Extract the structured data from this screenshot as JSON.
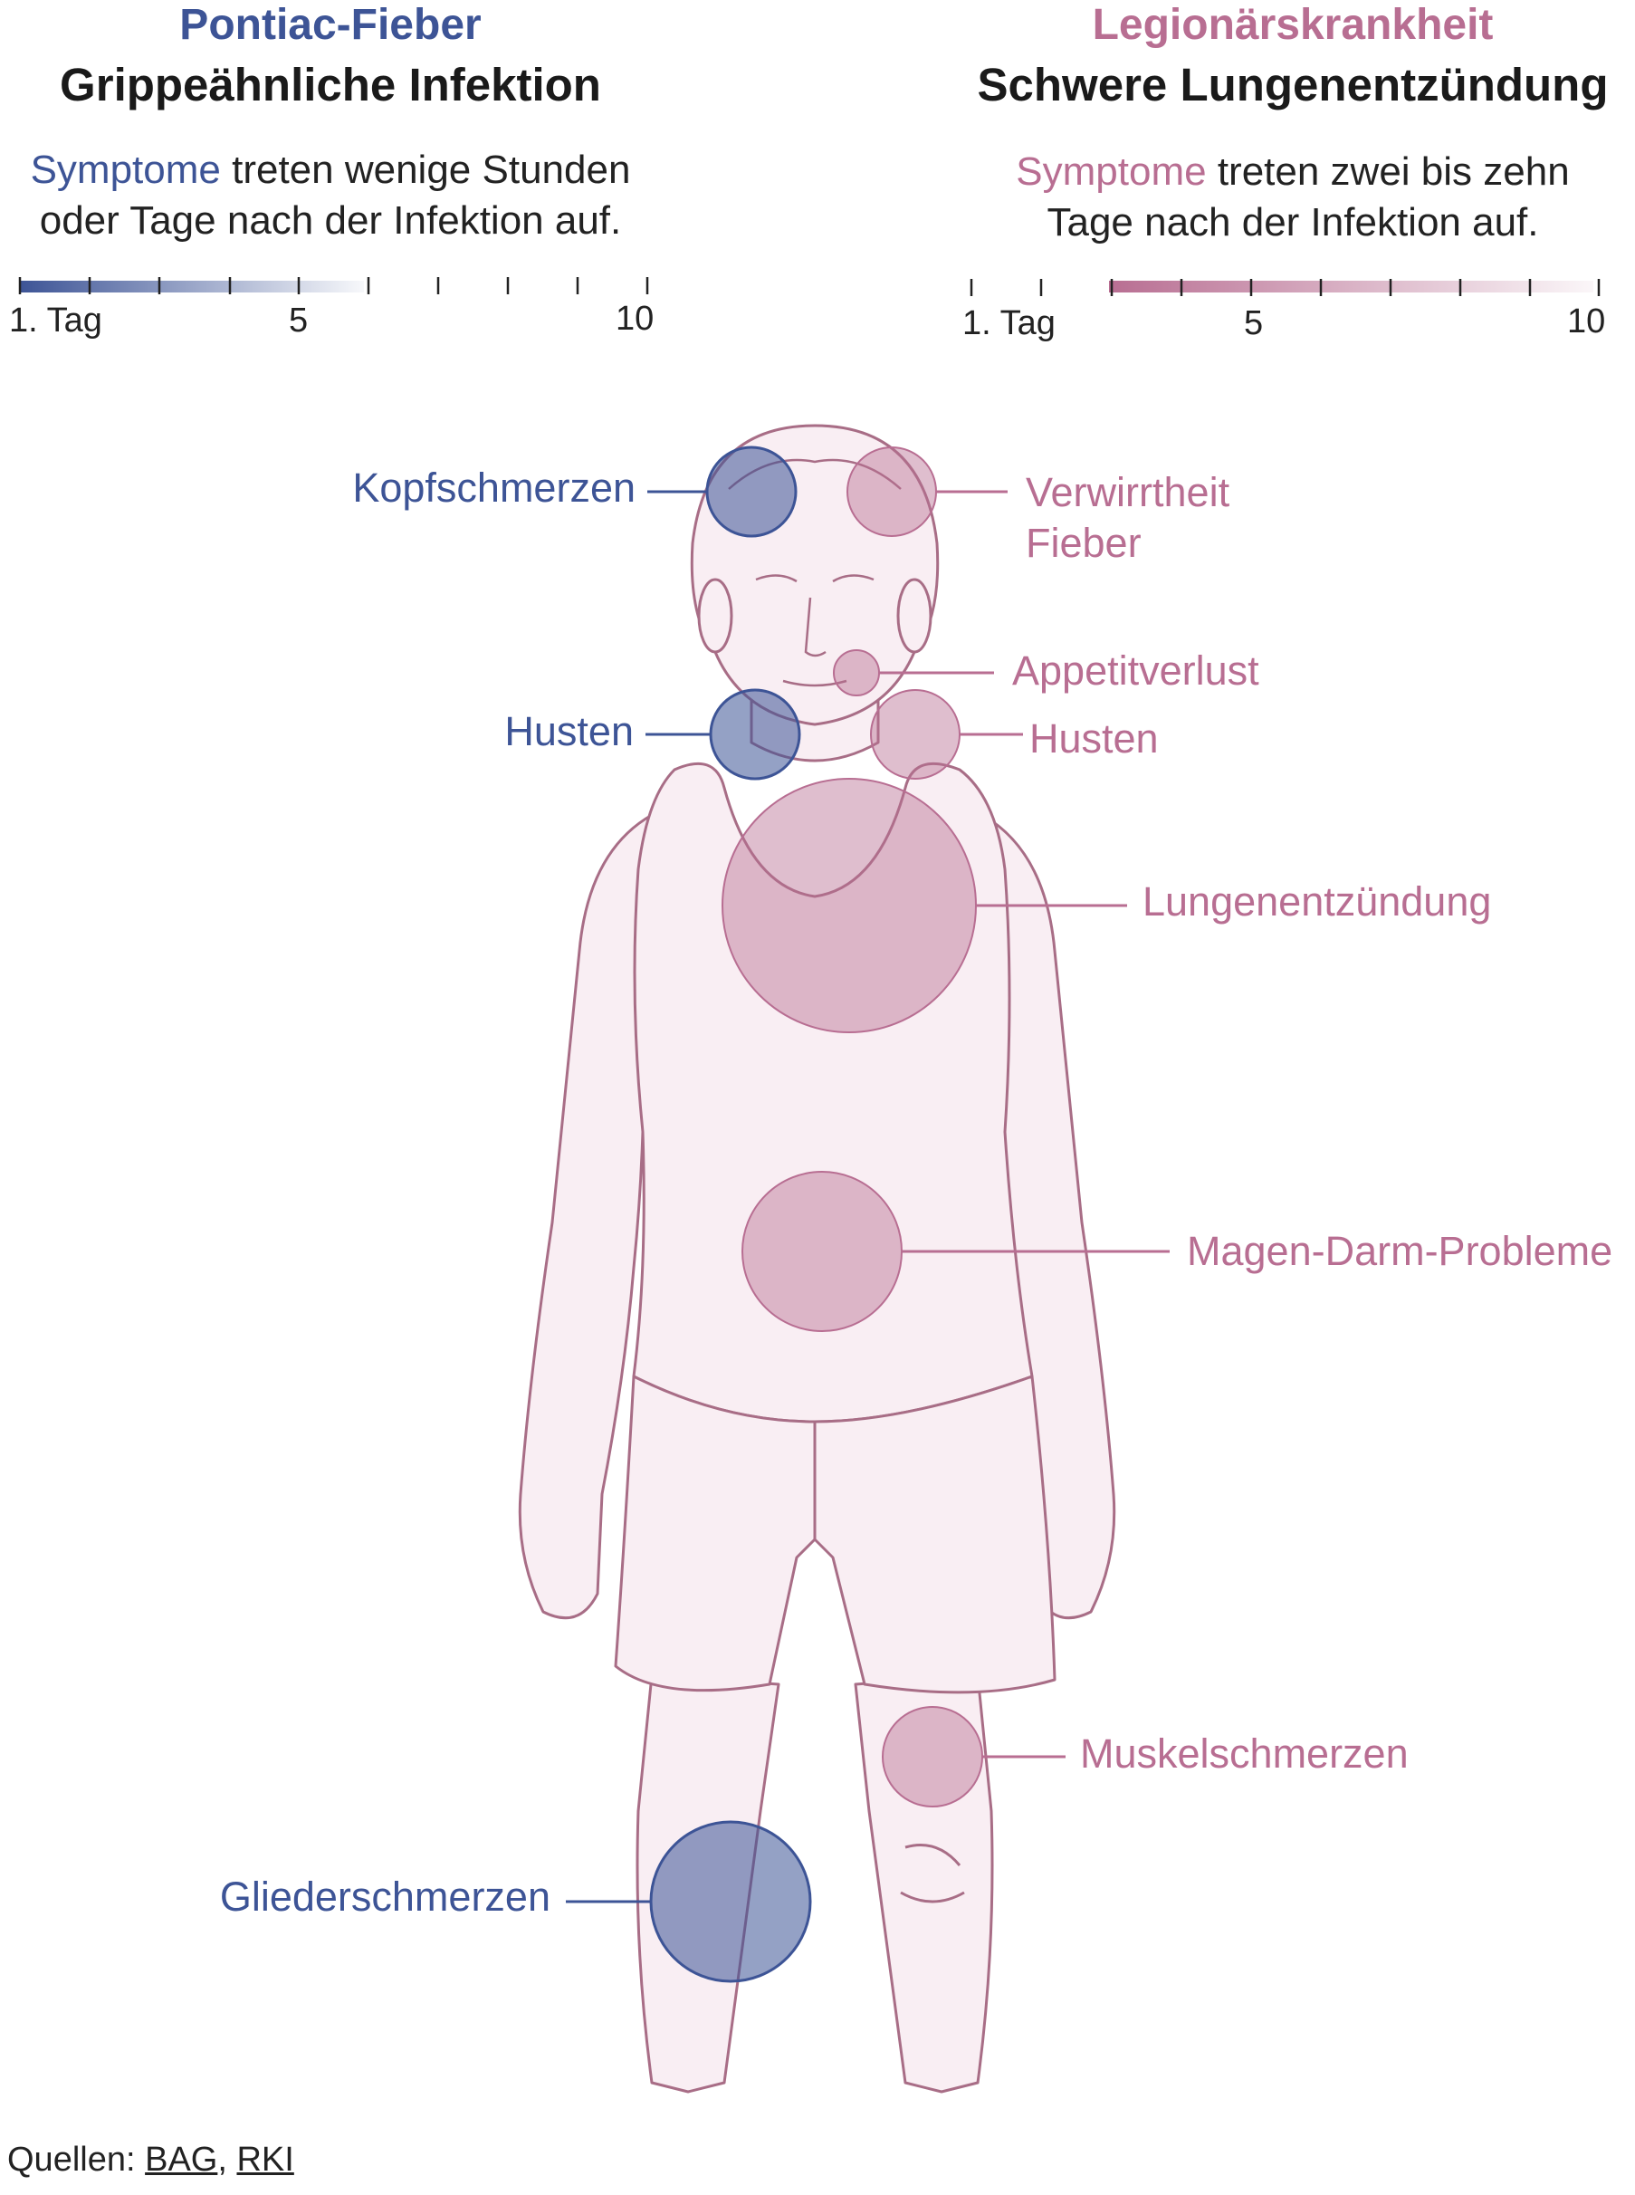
{
  "left": {
    "title": "Pontiac-Fieber",
    "subtitle": "Grippeähnliche Infektion",
    "desc_highlight": "Symptome",
    "desc_line1_rest": " treten wenige Stunden",
    "desc_line2": "oder Tage nach der Infektion auf.",
    "scale": {
      "label_start": "1. Tag",
      "label_mid": "5",
      "label_end": "10"
    },
    "color": "#3d5496"
  },
  "right": {
    "title": "Legionärskrankheit",
    "subtitle": "Schwere Lungenentzündung",
    "desc_highlight": "Symptome",
    "desc_line1_rest": " treten zwei bis zehn",
    "desc_line2": "Tage nach der Infektion auf.",
    "scale": {
      "label_start": "1. Tag",
      "label_mid": "5",
      "label_end": "10"
    },
    "color": "#b86e92"
  },
  "symptoms": {
    "kopfschmerzen": "Kopfschmerzen",
    "verwirrtheit": "Verwirrtheit",
    "fieber": "Fieber",
    "appetitverlust": "Appetitverlust",
    "husten_left": "Husten",
    "husten_right": "Husten",
    "lungenentzuendung": "Lungenentzündung",
    "magen_darm": "Magen-Darm-Probleme",
    "muskelschmerzen": "Muskelschmerzen",
    "gliederschmerzen": "Gliederschmerzen"
  },
  "sources": {
    "prefix": "Quellen: ",
    "bag": "BAG",
    "separator": ", ",
    "rki": "RKI"
  }
}
